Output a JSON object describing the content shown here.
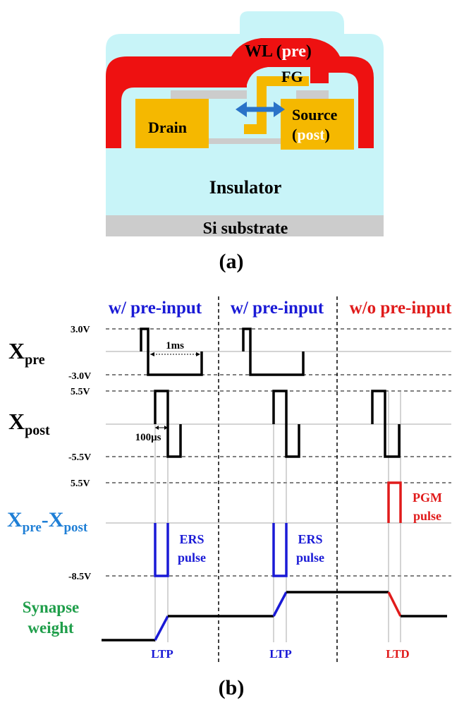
{
  "panel_a": {
    "labels": {
      "wl": "WL (",
      "pre": "pre",
      "wl_close": ")",
      "fg": "FG",
      "drain": "Drain",
      "source": "Source",
      "post_open": "(",
      "post": "post",
      "post_close": ")",
      "insulator": "Insulator",
      "substrate": "Si substrate"
    },
    "caption": "(a)"
  },
  "panel_b": {
    "columns": [
      {
        "title": "w/ pre-input",
        "color": "#1a1ad6",
        "bottom_label": "LTP",
        "bottom_color": "#1a1ad6"
      },
      {
        "title": "w/ pre-input",
        "color": "#1a1ad6",
        "bottom_label": "LTP",
        "bottom_color": "#1a1ad6"
      },
      {
        "title": "w/o pre-input",
        "color": "#e01b1b",
        "bottom_label": "LTD",
        "bottom_color": "#e01b1b"
      }
    ],
    "row_labels": {
      "x_pre_main": "X",
      "x_pre_sub": "pre",
      "x_post_main": "X",
      "x_post_sub": "post",
      "diff_main_1": "X",
      "diff_sub_1": "pre",
      "diff_dash": "-",
      "diff_main_2": "X",
      "diff_sub_2": "post",
      "synapse_1": "Synapse",
      "synapse_2": "weight"
    },
    "voltage_labels": {
      "pre_top": "3.0V",
      "pre_bottom": "-3.0V",
      "post_top": "5.5V",
      "post_bottom": "-5.5V",
      "diff_top": "5.5V",
      "diff_bottom": "-8.5V"
    },
    "annotations": {
      "one_ms": "1ms",
      "hundred_us": "100μs",
      "ers_1": "ERS",
      "ers_2": "pulse",
      "pgm_1": "PGM",
      "pgm_2": "pulse"
    },
    "caption": "(b)"
  },
  "colors": {
    "blue": "#1a1ad6",
    "red": "#e01b1b",
    "green": "#1f9e4a",
    "diff_label": "#1f7fd6",
    "gate_red": "#ee1111",
    "electrode": "#f5b800",
    "insulator": "#c8f4f8",
    "substrate": "#cccccc",
    "arrow": "#2a73c8"
  }
}
